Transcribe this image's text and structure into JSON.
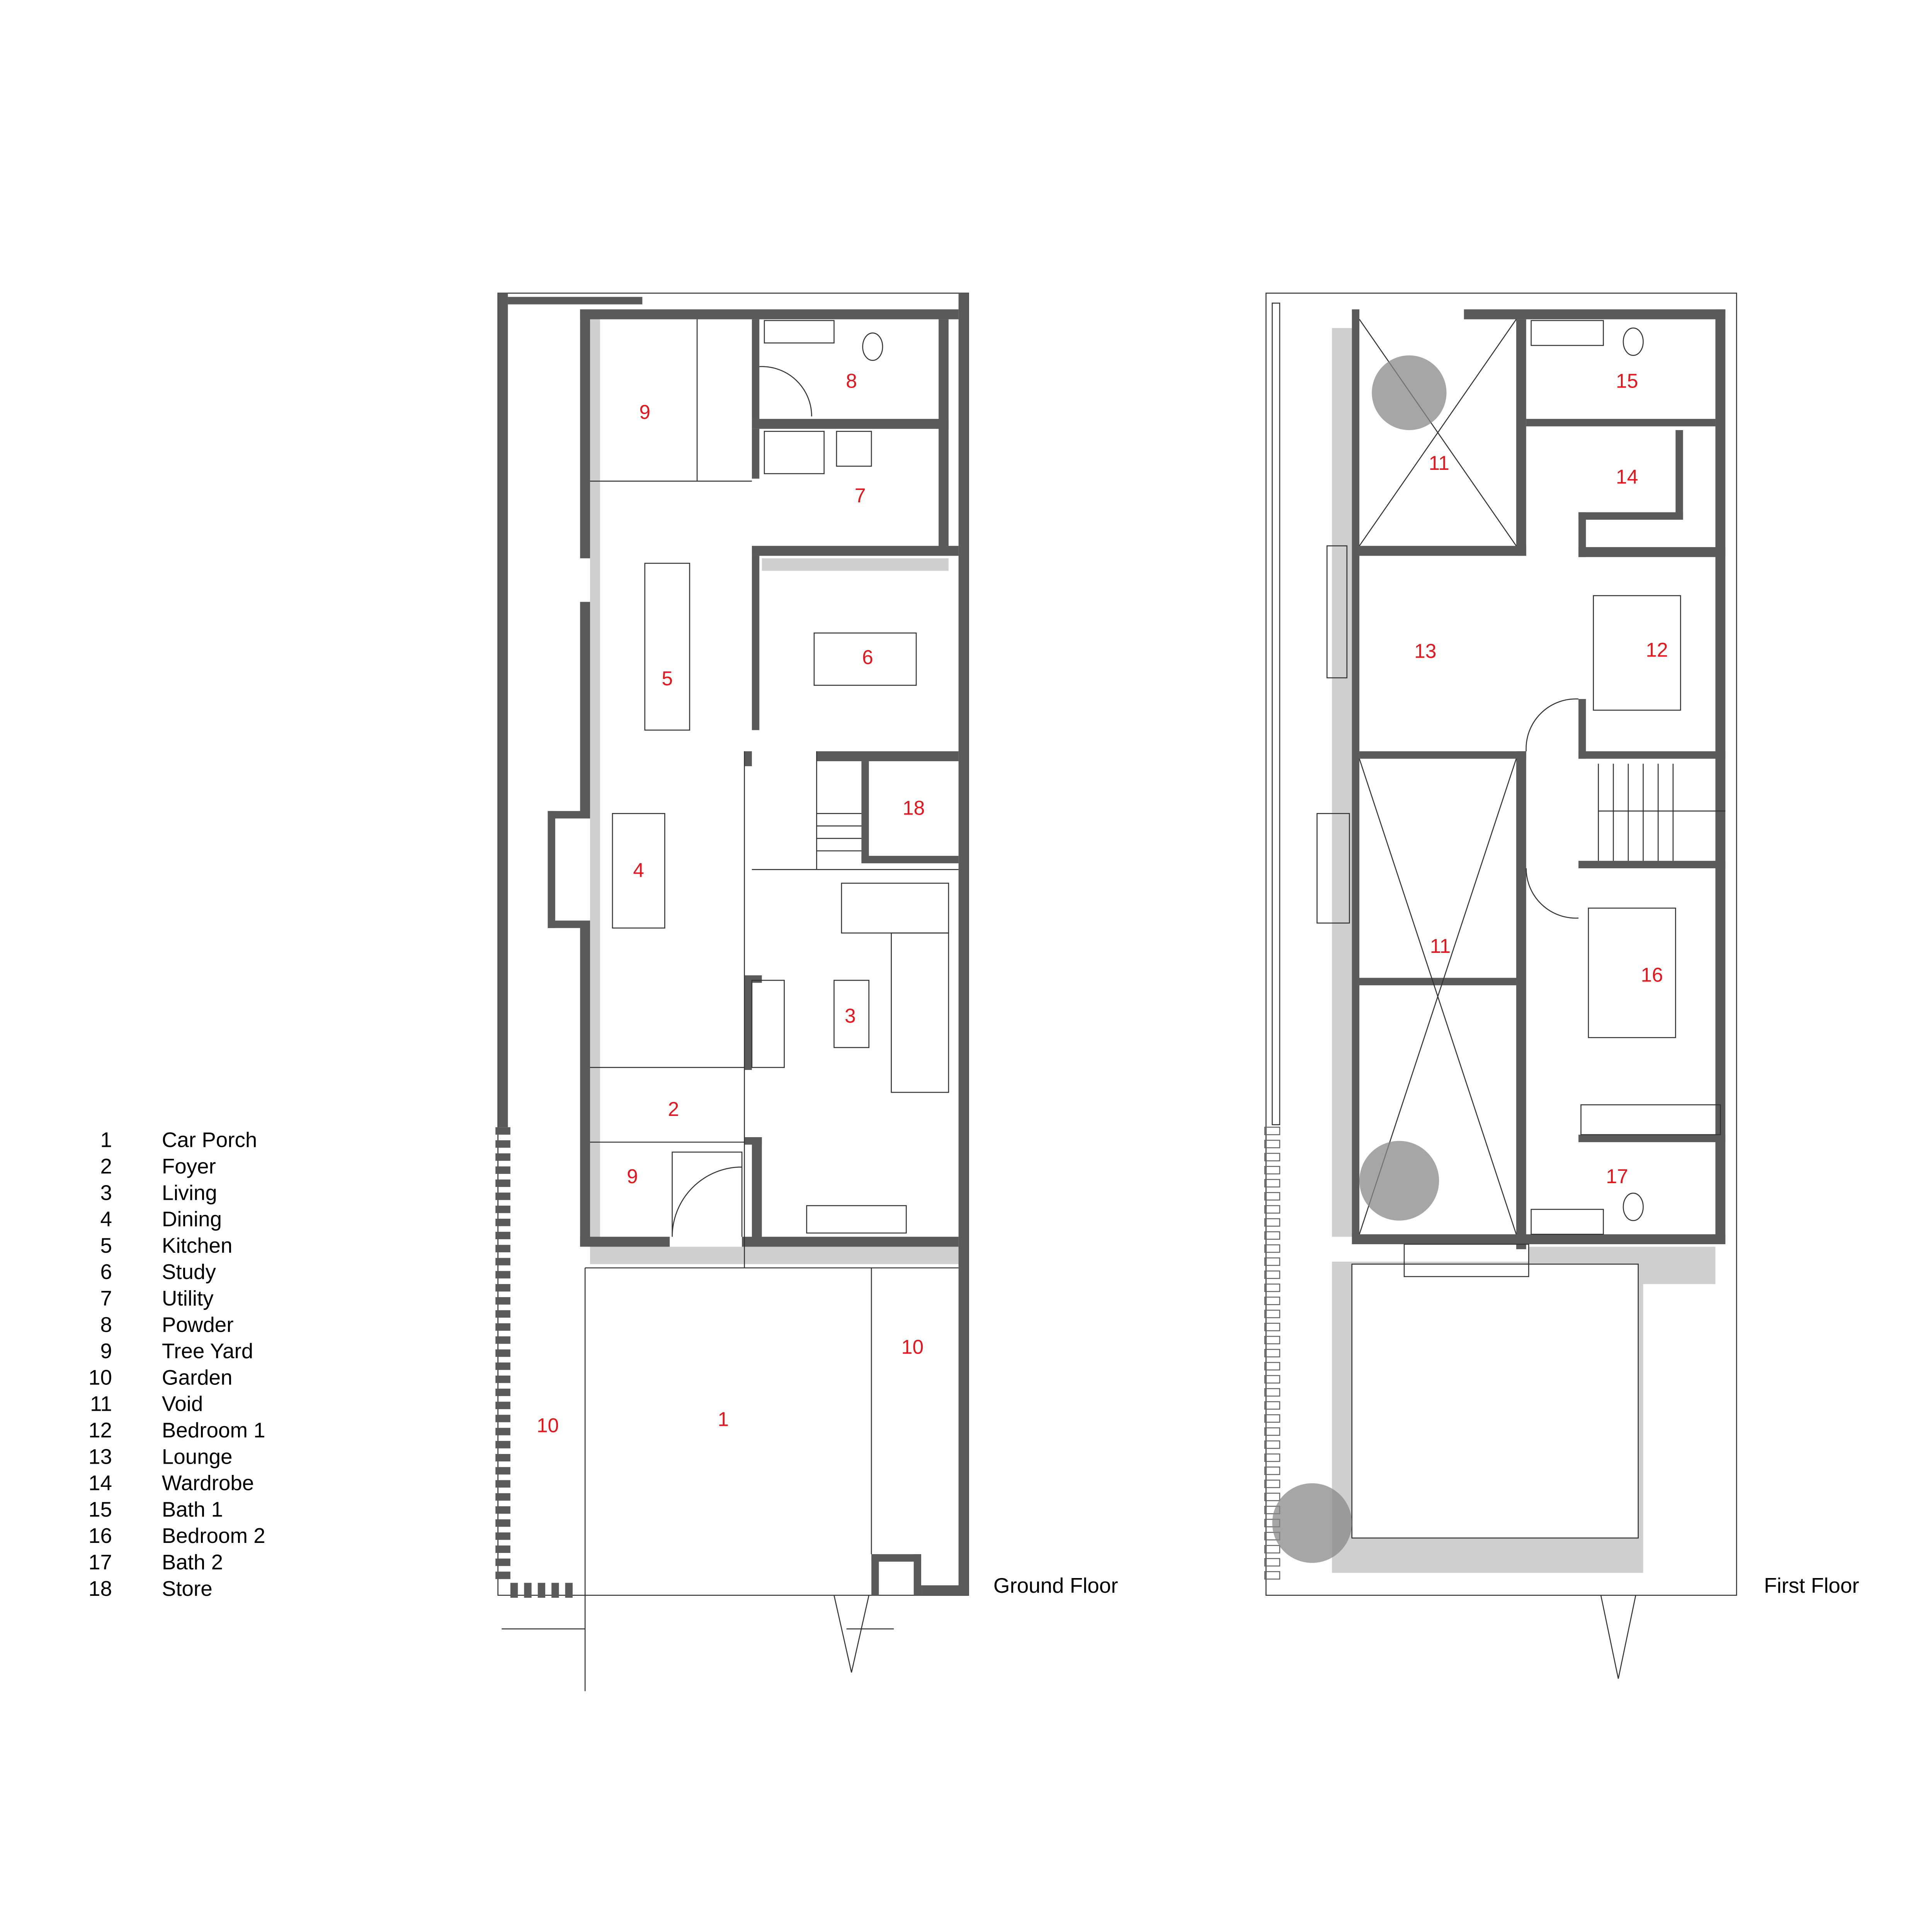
{
  "legend": [
    {
      "num": "1",
      "name": "Car Porch"
    },
    {
      "num": "2",
      "name": "Foyer"
    },
    {
      "num": "3",
      "name": "Living"
    },
    {
      "num": "4",
      "name": "Dining"
    },
    {
      "num": "5",
      "name": "Kitchen"
    },
    {
      "num": "6",
      "name": "Study"
    },
    {
      "num": "7",
      "name": "Utility"
    },
    {
      "num": "8",
      "name": "Powder"
    },
    {
      "num": "9",
      "name": "Tree Yard"
    },
    {
      "num": "10",
      "name": "Garden"
    },
    {
      "num": "11",
      "name": "Void"
    },
    {
      "num": "12",
      "name": "Bedroom 1"
    },
    {
      "num": "13",
      "name": "Lounge"
    },
    {
      "num": "14",
      "name": "Wardrobe"
    },
    {
      "num": "15",
      "name": "Bath 1"
    },
    {
      "num": "16",
      "name": "Bedroom 2"
    },
    {
      "num": "17",
      "name": "Bath 2"
    },
    {
      "num": "18",
      "name": "Store"
    }
  ],
  "ground_floor": {
    "title": "Ground Floor",
    "room_labels": [
      "9",
      "8",
      "7",
      "5",
      "6",
      "18",
      "4",
      "3",
      "2",
      "9",
      "10",
      "10",
      "1"
    ]
  },
  "first_floor": {
    "title": "First Floor",
    "room_labels": [
      "11",
      "15",
      "14",
      "13",
      "12",
      "11",
      "16",
      "17"
    ]
  },
  "colors": {
    "room_label": "#e8141b",
    "wall": "#5a5a5a",
    "shadow": "#cfcfcf"
  }
}
